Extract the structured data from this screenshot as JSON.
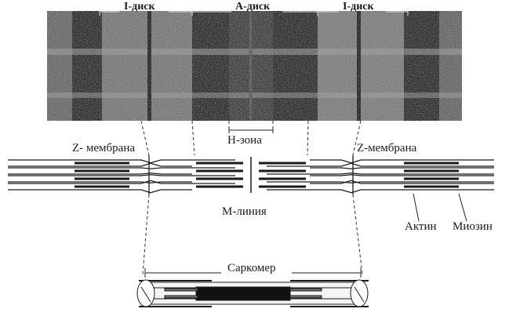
{
  "labels": {
    "i_disk_left": "I-диск",
    "a_disk": "A-диск",
    "i_disk_right": "I-диск",
    "h_zone": "H-зона",
    "z_membrane_left": "Z- мембрана",
    "z_membrane_right": "Z-мембрана",
    "m_line": "М-линия",
    "actin": "Актин",
    "myosin": "Миозин",
    "sarcomere": "Саркомер"
  },
  "colors": {
    "ink": "#1a1a1a",
    "micrograph_dark": "#1b1b1b",
    "micrograph_light": "#8a8a8a",
    "myosin_fill": "#111111"
  }
}
